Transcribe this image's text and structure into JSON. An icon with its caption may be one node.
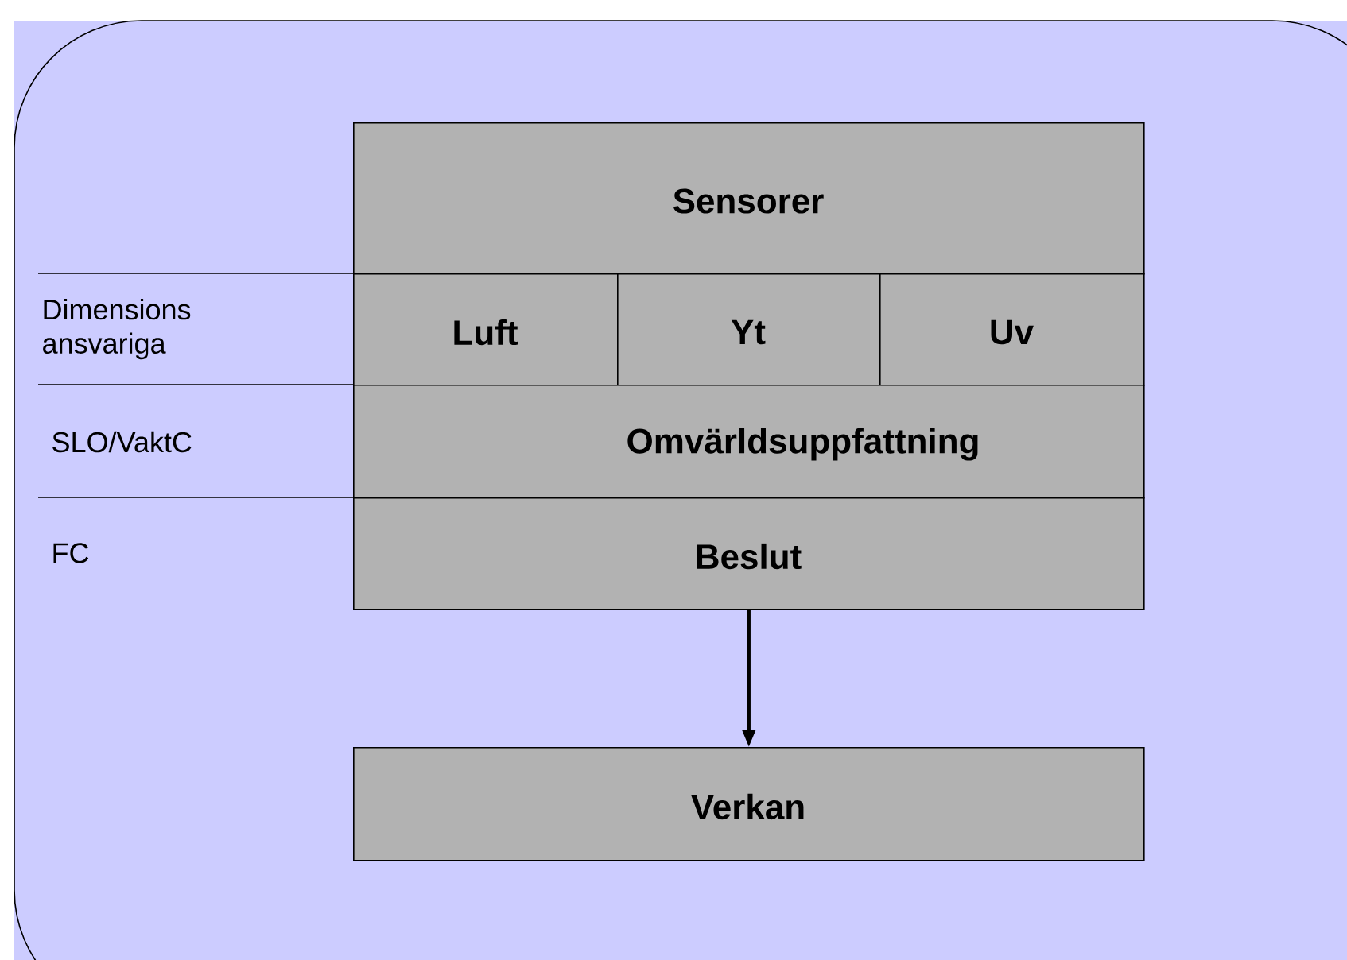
{
  "diagram": {
    "nodes": [
      {
        "text": [
          "Sensorer"
        ]
      },
      {
        "text": [
          "Luft"
        ]
      },
      {
        "text": [
          "Yt"
        ]
      },
      {
        "text": [
          "Uv"
        ]
      },
      {
        "text": [
          "Omvärldsuppfattning"
        ]
      },
      {
        "text": [
          "Beslut"
        ]
      },
      {
        "text": [
          "Verkan"
        ]
      }
    ],
    "edges": [
      {
        "from": 5,
        "to": 6,
        "arrow": "to"
      }
    ],
    "labels": [
      "Dimensions ansvariga",
      "SLO/VaktC",
      "FC"
    ]
  }
}
